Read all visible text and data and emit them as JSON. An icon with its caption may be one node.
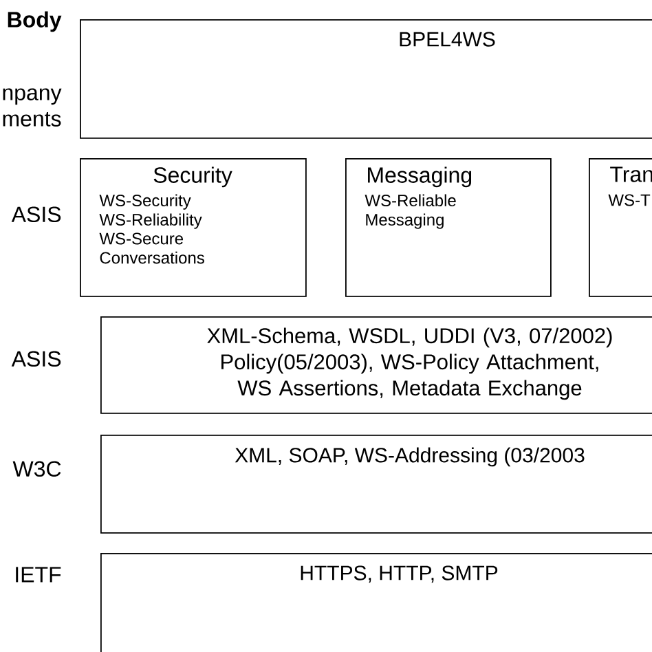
{
  "diagram": {
    "nodes": [
      {
        "text": [
          "BPEL4WS"
        ]
      },
      {
        "text": [
          "Security",
          "WS-Security",
          "WS-Reliability",
          "WS-Secure Conversations"
        ]
      },
      {
        "text": [
          "Messaging",
          "WS-Reliable Messaging"
        ]
      },
      {
        "text": [
          "Tran",
          "WS-T"
        ]
      },
      {
        "text": [
          "XML-Schema, WSDL, UDDI (V3, 07/2002) Policy(05/2003), WS-Policy Attachment, WS Assertions, Metadata Exchange"
        ]
      },
      {
        "text": [
          "XML, SOAP, WS-Addressing (03/2003"
        ]
      },
      {
        "text": [
          "HTTPS, HTTP, SMTP"
        ]
      }
    ],
    "labels": [
      "Body",
      "npany ments",
      "ASIS",
      "ASIS",
      "W3C",
      "IETF"
    ]
  }
}
